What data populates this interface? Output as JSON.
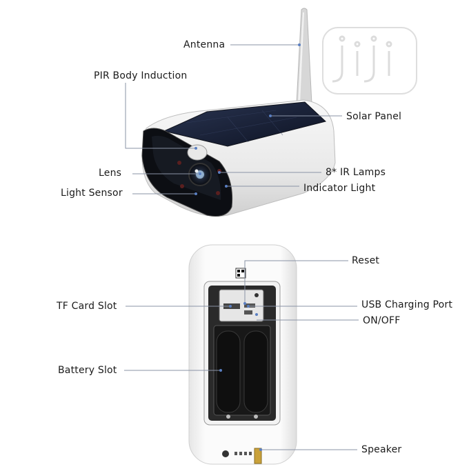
{
  "watermark": {
    "brand": "Jiji",
    "color": "#d9d9d9"
  },
  "colors": {
    "leader_line": "#8a93a6",
    "dot": "#5a7fc2",
    "label": "#1a1a1a"
  },
  "camera_top": {
    "labels": {
      "antenna": "Antenna",
      "pir": "PIR Body Induction",
      "solar": "Solar Panel",
      "lens": "Lens",
      "ir": "8* IR Lamps",
      "light_sensor": "Light Sensor",
      "indicator": "Indicator Light"
    }
  },
  "camera_back": {
    "labels": {
      "reset": "Reset",
      "tf": "TF Card Slot",
      "usb": "USB Charging Port",
      "onoff": "ON/OFF",
      "battery": "Battery Slot",
      "speaker": "Speaker"
    }
  }
}
